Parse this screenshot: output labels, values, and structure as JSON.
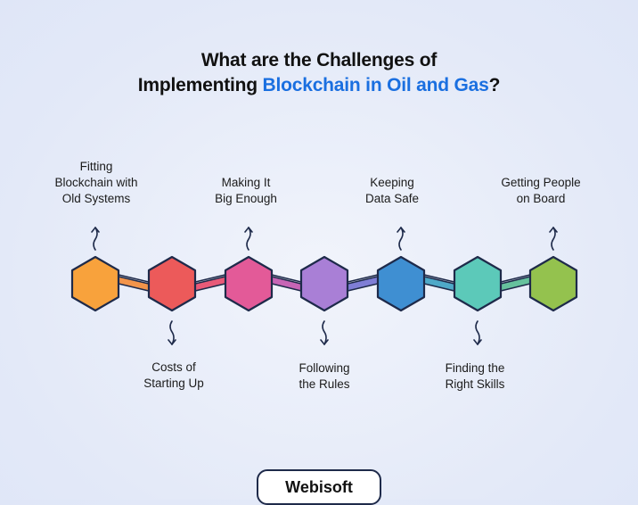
{
  "title": {
    "line1": "What are the Challenges of",
    "line2_prefix": "Implementing ",
    "line2_highlight": "Blockchain in Oil and Gas",
    "line2_suffix": "?"
  },
  "colors": {
    "highlight": "#1a6fe0",
    "outline": "#1e2a4a",
    "nodes": [
      "#f8a23c",
      "#ec5a5a",
      "#e35a98",
      "#a97fd6",
      "#3f8fd2",
      "#5cc9b9",
      "#94c24e"
    ],
    "links": [
      "#f2944a",
      "#e85a78",
      "#c765b5",
      "#7f7ed6",
      "#4fa9c8",
      "#66c29d"
    ]
  },
  "challenges": [
    {
      "line1": "Fitting",
      "line2": "Blockchain with",
      "line3": "Old Systems",
      "direction": "up",
      "icon": "arrow-up-icon"
    },
    {
      "line1": "Costs of",
      "line2": "Starting Up",
      "direction": "down",
      "icon": "arrow-down-icon"
    },
    {
      "line1": "Making It",
      "line2": "Big Enough",
      "direction": "up",
      "icon": "arrow-up-icon"
    },
    {
      "line1": "Following",
      "line2": "the Rules",
      "direction": "down",
      "icon": "arrow-down-icon"
    },
    {
      "line1": "Keeping",
      "line2": "Data Safe",
      "direction": "up",
      "icon": "arrow-up-icon"
    },
    {
      "line1": "Finding the",
      "line2": "Right Skills",
      "direction": "down",
      "icon": "arrow-down-icon"
    },
    {
      "line1": "Getting People",
      "line2": "on Board",
      "direction": "up",
      "icon": "arrow-up-icon"
    }
  ],
  "brand": "Webisoft"
}
